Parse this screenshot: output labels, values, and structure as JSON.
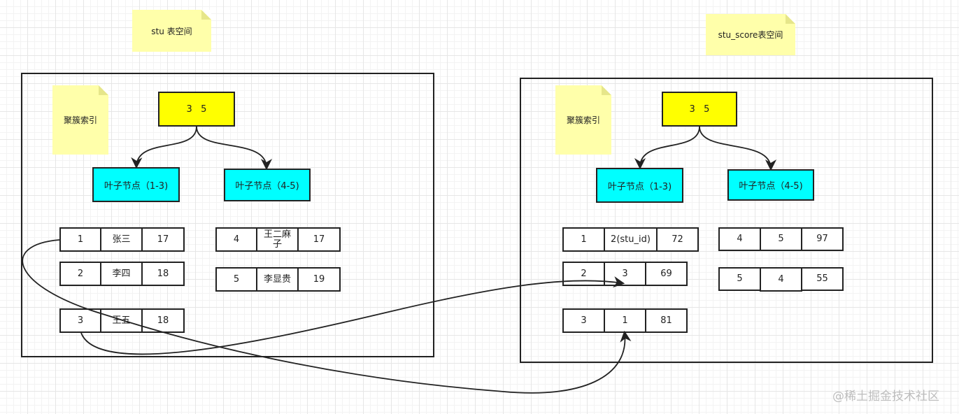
{
  "stu_space": {
    "label": "stu 表空间",
    "index_label": "聚簇索引",
    "root_keys": "3   5",
    "leaf_left": "叶子节点（1-3)",
    "leaf_right": "叶子节点（4-5)",
    "rows_left": [
      [
        "1",
        "张三",
        "17"
      ],
      [
        "2",
        "李四",
        "18"
      ],
      [
        "3",
        "王五",
        "18"
      ]
    ],
    "rows_right": [
      [
        "4",
        "王二麻子",
        "17"
      ],
      [
        "5",
        "李显贵",
        "19"
      ]
    ]
  },
  "score_space": {
    "label": "stu_score表空间",
    "index_label": "聚簇索引",
    "root_keys": "3   5",
    "leaf_left": "叶子节点（1-3)",
    "leaf_right": "叶子节点（4-5)",
    "rows_left": [
      [
        "1",
        "2(stu_id)",
        "72"
      ],
      [
        "2",
        "3",
        "69"
      ],
      [
        "3",
        "1",
        "81"
      ]
    ],
    "rows_right": [
      [
        "4",
        "5",
        "97"
      ],
      [
        "5",
        "4",
        "55"
      ]
    ]
  },
  "watermark": "@稀土掘金技术社区"
}
